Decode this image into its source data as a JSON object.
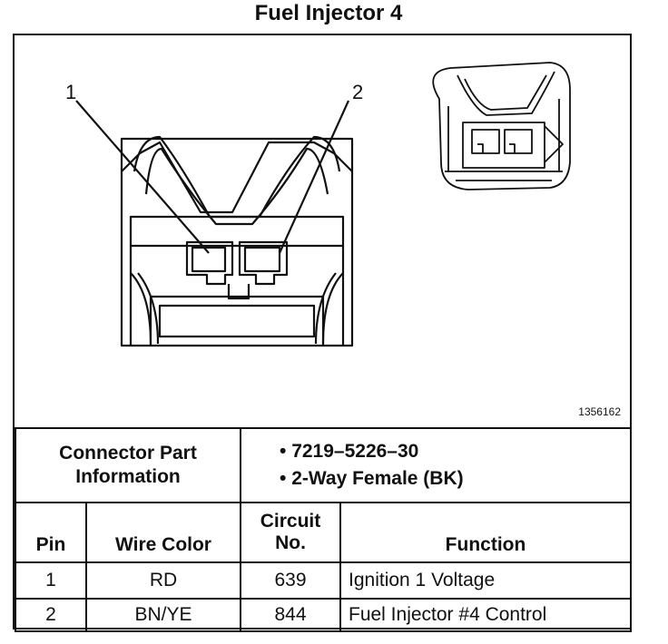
{
  "title": "Fuel Injector 4",
  "diagram": {
    "pin_labels": [
      "1",
      "2"
    ],
    "figure_id": "1356162"
  },
  "connector_info": {
    "label_line1": "Connector Part",
    "label_line2": "Information",
    "items": [
      "7219–5226–30",
      "2-Way Female (BK)"
    ]
  },
  "table": {
    "headers": {
      "pin": "Pin",
      "wire_color": "Wire Color",
      "circuit_line1": "Circuit",
      "circuit_line2": "No.",
      "function": "Function"
    },
    "rows": [
      {
        "pin": "1",
        "wire_color": "RD",
        "circuit": "639",
        "function": "Ignition 1 Voltage"
      },
      {
        "pin": "2",
        "wire_color": "BN/YE",
        "circuit": "844",
        "function": "Fuel Injector #4 Control"
      }
    ]
  }
}
